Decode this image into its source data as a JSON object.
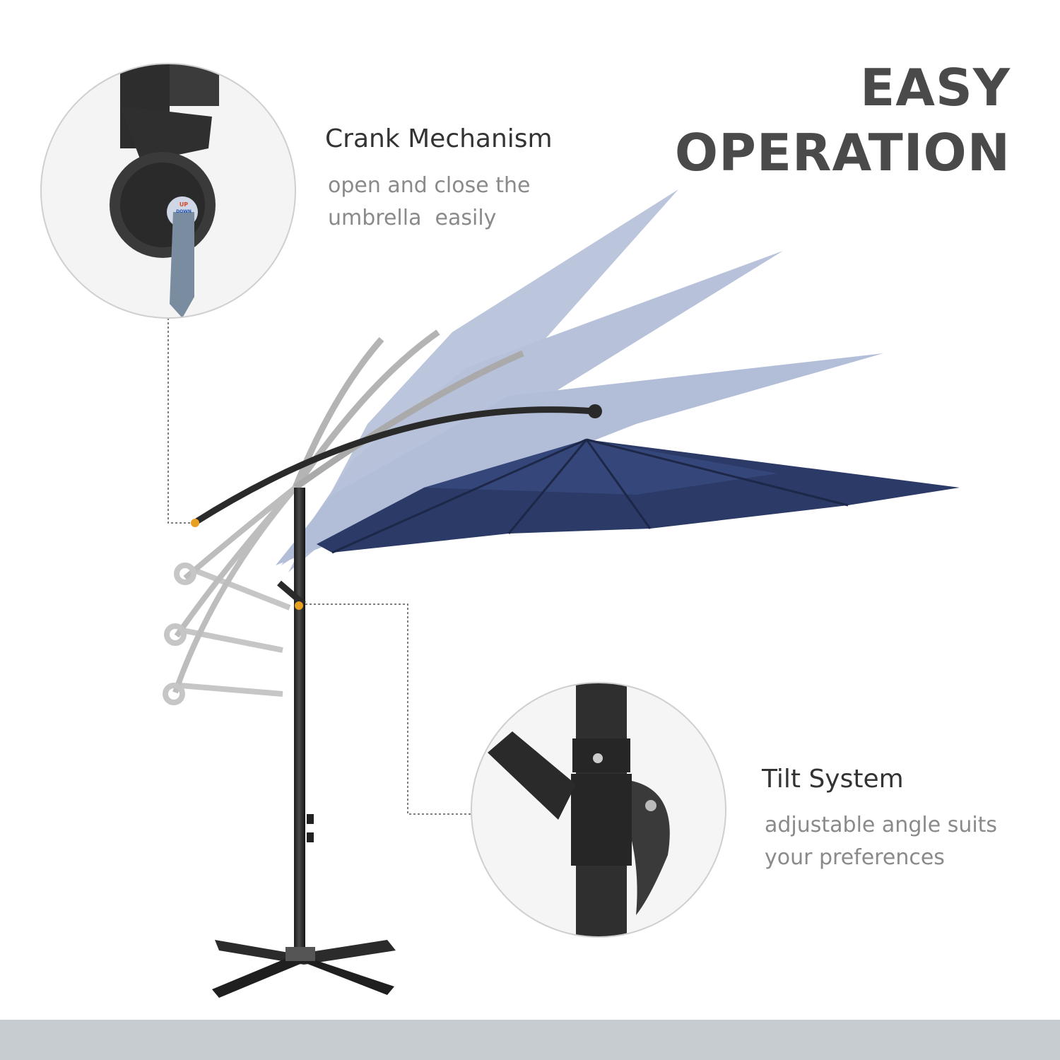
{
  "headline": {
    "line1": "EASY",
    "line2": "OPERATION"
  },
  "features": {
    "crank": {
      "title": "Crank Mechanism",
      "desc_line1": "open and close the",
      "desc_line2": "umbrella  easily",
      "handle_label_up": "UP",
      "handle_label_down": "DOWN"
    },
    "tilt": {
      "title": "Tilt System",
      "desc_line1": "adjustable angle suits",
      "desc_line2": "your preferences"
    }
  },
  "colors": {
    "canopy": "#2b3a66",
    "canopy_ghost": "#6e82b4",
    "frame": "#2a2a2a",
    "text_dark": "#333333",
    "text_light": "#8a8a8a",
    "accent": "#e8a020",
    "bottom_bar": "#c6ccd0"
  }
}
